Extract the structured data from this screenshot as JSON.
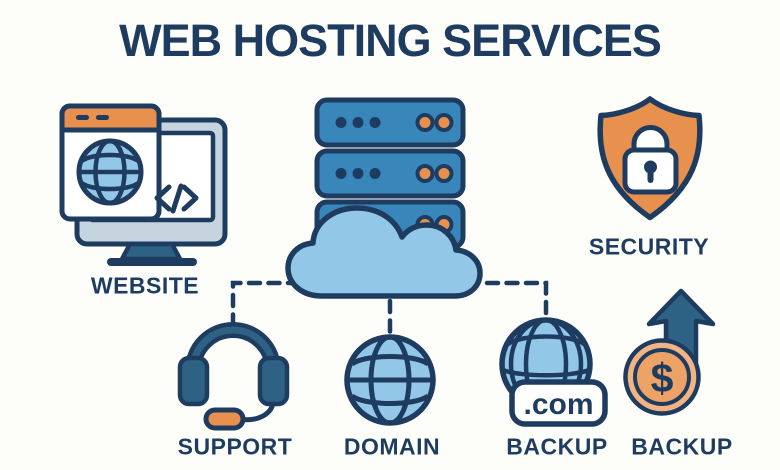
{
  "title": "WEB HOSTING SERVICES",
  "colors": {
    "background": "#fdfdfa",
    "navy": "#1e3c5f",
    "blue": "#3886ba",
    "light_blue": "#93c7e8",
    "steel": "#2d6285",
    "bezel": "#c6d4df",
    "orange": "#e8914f",
    "coin_light": "#f3b484",
    "coin_mid": "#eda266",
    "white": "#ffffff"
  },
  "nodes": {
    "website": {
      "label": "WEBSITE",
      "icon": "monitor-browser-globe-code-icon"
    },
    "hosting": {
      "icon": "server-stack-cloud-icon"
    },
    "security": {
      "label": "SECURITY",
      "icon": "shield-lock-icon"
    },
    "support": {
      "label": "SUPPORT",
      "icon": "headset-icon"
    },
    "domain": {
      "label": "DOMAIN",
      "icon": "globe-icon"
    },
    "backup_com": {
      "label": "BACKUP",
      "badge": ".com",
      "icon": "globe-dotcom-icon"
    },
    "backup_growth": {
      "label": "BACKUP",
      "coin_symbol": "$",
      "icon": "growth-arrow-coin-icon"
    }
  }
}
